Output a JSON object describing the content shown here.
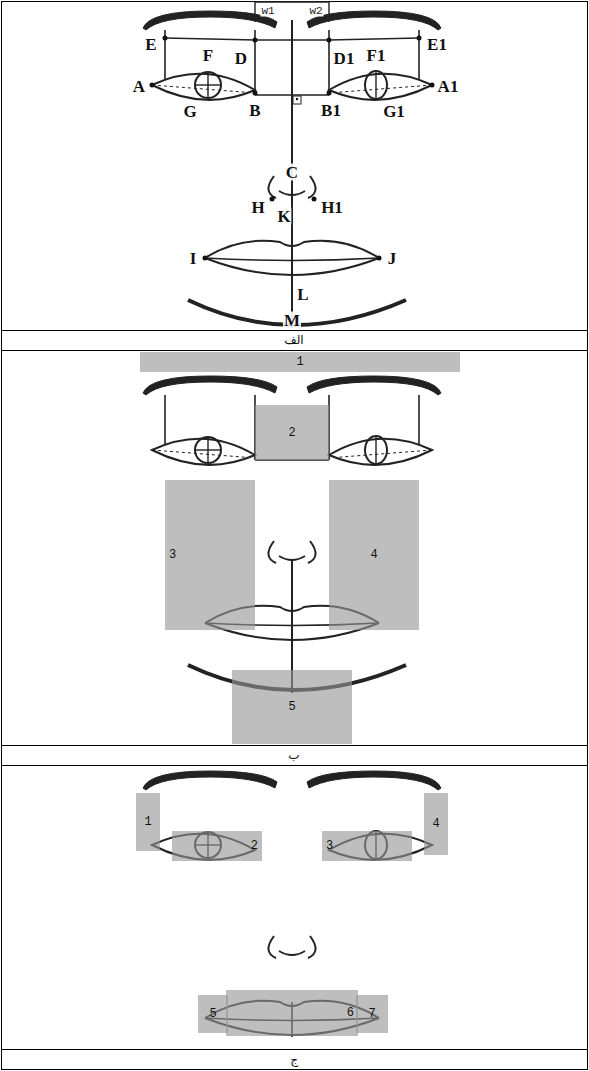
{
  "diagram": {
    "nodes": [
      {
        "text": [
          "1"
        ]
      },
      {
        "text": [
          "2"
        ]
      },
      {
        "text": [
          "3"
        ]
      },
      {
        "text": [
          "4"
        ]
      },
      {
        "text": [
          "5"
        ]
      },
      {
        "text": [
          "1"
        ]
      },
      {
        "text": [
          "2"
        ]
      },
      {
        "text": [
          "3"
        ]
      },
      {
        "text": [
          "4"
        ]
      },
      {
        "text": [
          "5"
        ]
      },
      {
        "text": [
          "6"
        ]
      },
      {
        "text": [
          "7"
        ]
      }
    ],
    "labels": [
      "w1",
      "w2",
      "E",
      "F",
      "D",
      "D1",
      "F1",
      "E1",
      "A",
      "A1",
      "G",
      "B",
      "B1",
      "G1",
      "C",
      "H",
      "H1",
      "K",
      "I",
      "J",
      "L",
      "M",
      "الف",
      "ب",
      "ج"
    ]
  }
}
